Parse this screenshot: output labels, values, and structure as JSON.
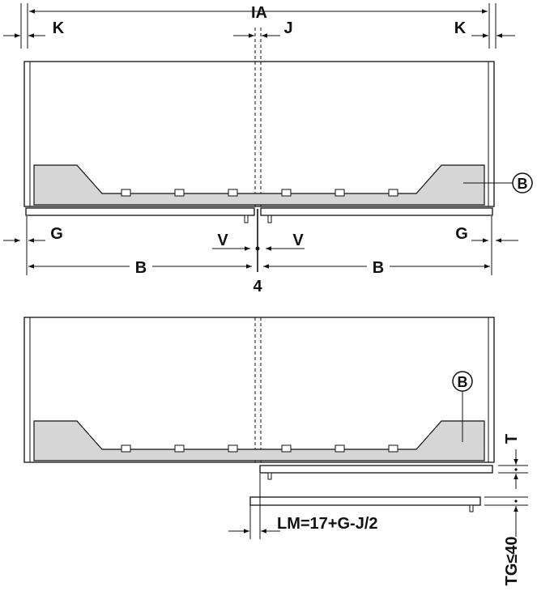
{
  "labels": {
    "overall_width": "IA",
    "side_gap_left": "K",
    "side_gap_right": "K",
    "center_gap": "J",
    "overlay_left": "G",
    "overlay_right": "G",
    "door_gap_left": "V",
    "door_gap_right": "V",
    "door_width_left": "B",
    "door_width_right": "B",
    "center_mark": "4",
    "callout_top": "B",
    "callout_bottom": "B",
    "offset": "T",
    "formula": "LM=17+G-J/2",
    "door_thickness": "TG≤40"
  }
}
